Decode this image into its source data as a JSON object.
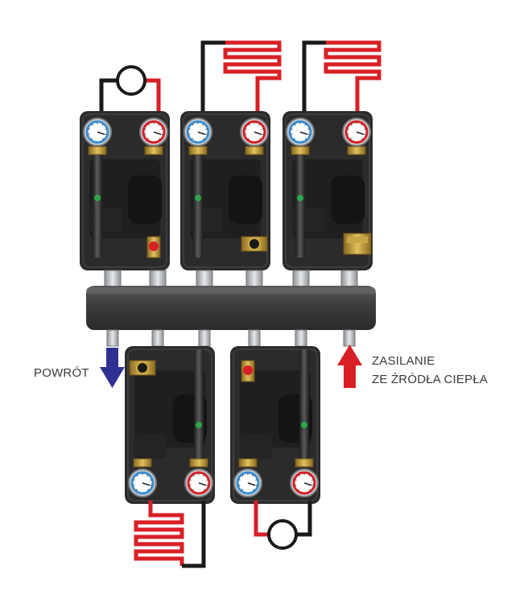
{
  "labels": {
    "return": "POWRÓT",
    "supply_line1": "ZASILANIE",
    "supply_line2": "ZE ŹRÓDŁA CIEPŁA"
  },
  "colors": {
    "hot": "#d91f26",
    "cold": "#1a1a1a",
    "return_arrow": "#2e3192",
    "supply_arrow": "#d91f26",
    "insulation": "#2b2b2b",
    "manifold": "#3c3c3c"
  },
  "groups": {
    "top": [
      {
        "circuit": "radiator",
        "valve": "ball-valve"
      },
      {
        "circuit": "floor-heating",
        "valve": "mixing-valve"
      },
      {
        "circuit": "floor-heating",
        "valve": "mixing-valve-actuator"
      }
    ],
    "bottom": [
      {
        "circuit": "floor-heating",
        "valve": "mixing-valve"
      },
      {
        "circuit": "radiator",
        "valve": "ball-valve"
      }
    ]
  },
  "icons": {
    "return": "arrow-down-icon",
    "supply": "arrow-up-icon",
    "radiator": "radiator-icon",
    "floor_heating": "floor-heating-coil-icon",
    "gauge": "thermometer-gauge-icon"
  }
}
